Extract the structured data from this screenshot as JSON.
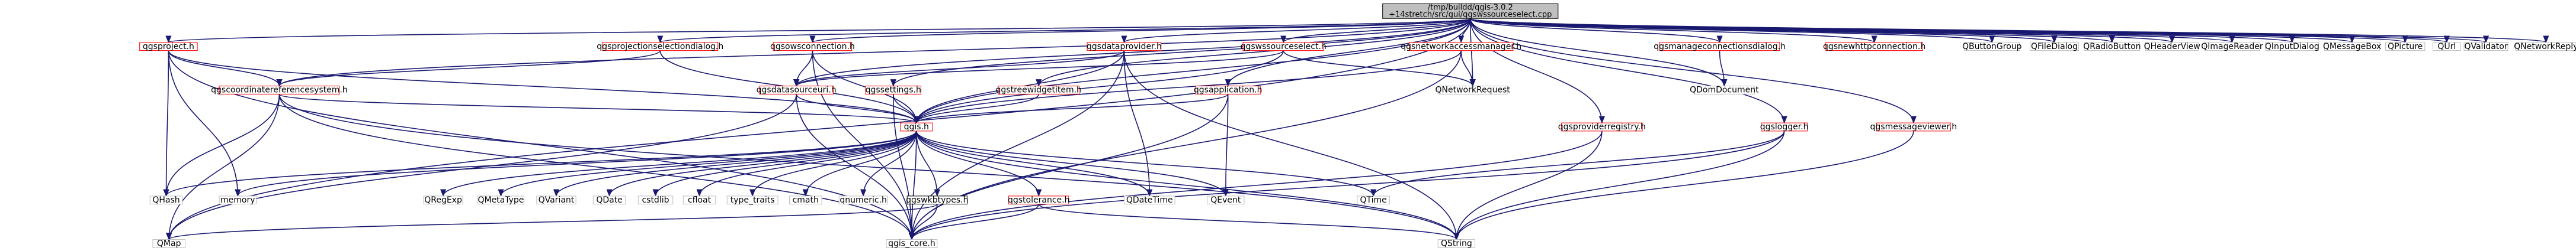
{
  "diagram": {
    "title": "Include dependency graph",
    "colors": {
      "edge": "#191970",
      "root_fill": "#bfbfbf",
      "root_border": "#000000",
      "linked_border": "#ff0000",
      "external_border": "#bfbfbf",
      "label_text": "#000000",
      "background": "#ffffff"
    },
    "nodes": [
      {
        "id": "root",
        "lines": [
          "/tmp/buildd/qgis-3.0.2",
          "+14stretch/src/gui/qgswssourceselect.cpp"
        ],
        "kind": "root"
      },
      {
        "id": "qgsproject",
        "lines": [
          "qgsproject.h"
        ],
        "kind": "linked"
      },
      {
        "id": "qgsprojectionselectiondialog",
        "lines": [
          "qgsprojectionselectiondialog.h"
        ],
        "kind": "linked"
      },
      {
        "id": "qgsowsconnection",
        "lines": [
          "qgsowsconnection.h"
        ],
        "kind": "linked"
      },
      {
        "id": "qgsdataprovider",
        "lines": [
          "qgsdataprovider.h"
        ],
        "kind": "linked"
      },
      {
        "id": "qgswssourceselect",
        "lines": [
          "qgswssourceselect.h"
        ],
        "kind": "linked"
      },
      {
        "id": "qgsnetworkaccessmanager",
        "lines": [
          "qgsnetworkaccessmanager.h"
        ],
        "kind": "linked"
      },
      {
        "id": "qgsmanageconnectionsdialog",
        "lines": [
          "qgsmanageconnectionsdialog.h"
        ],
        "kind": "linked"
      },
      {
        "id": "qgsnewhttpconnection",
        "lines": [
          "qgsnewhttpconnection.h"
        ],
        "kind": "linked"
      },
      {
        "id": "QButtonGroup",
        "lines": [
          "QButtonGroup"
        ],
        "kind": "external"
      },
      {
        "id": "QFileDialog",
        "lines": [
          "QFileDialog"
        ],
        "kind": "external"
      },
      {
        "id": "QRadioButton",
        "lines": [
          "QRadioButton"
        ],
        "kind": "external"
      },
      {
        "id": "QHeaderView",
        "lines": [
          "QHeaderView"
        ],
        "kind": "external"
      },
      {
        "id": "QImageReader",
        "lines": [
          "QImageReader"
        ],
        "kind": "external"
      },
      {
        "id": "QInputDialog",
        "lines": [
          "QInputDialog"
        ],
        "kind": "external"
      },
      {
        "id": "QMessageBox",
        "lines": [
          "QMessageBox"
        ],
        "kind": "external"
      },
      {
        "id": "QPicture",
        "lines": [
          "QPicture"
        ],
        "kind": "external"
      },
      {
        "id": "QUrl",
        "lines": [
          "QUrl"
        ],
        "kind": "external"
      },
      {
        "id": "QValidator",
        "lines": [
          "QValidator"
        ],
        "kind": "external"
      },
      {
        "id": "QNetworkReply",
        "lines": [
          "QNetworkReply"
        ],
        "kind": "external"
      },
      {
        "id": "qgscoordinatereferencesystem",
        "lines": [
          "qgscoordinatereferencesystem.h"
        ],
        "kind": "linked"
      },
      {
        "id": "qgsdatasourceuri",
        "lines": [
          "qgsdatasourceuri.h"
        ],
        "kind": "linked"
      },
      {
        "id": "qgssettings",
        "lines": [
          "qgssettings.h"
        ],
        "kind": "linked"
      },
      {
        "id": "qgstreewidgetitem",
        "lines": [
          "qgstreewidgetitem.h"
        ],
        "kind": "linked"
      },
      {
        "id": "qgsapplication",
        "lines": [
          "qgsapplication.h"
        ],
        "kind": "linked"
      },
      {
        "id": "QNetworkRequest",
        "lines": [
          "QNetworkRequest"
        ],
        "kind": "external"
      },
      {
        "id": "QDomDocument",
        "lines": [
          "QDomDocument"
        ],
        "kind": "external"
      },
      {
        "id": "qgsproviderregistry",
        "lines": [
          "qgsproviderregistry.h"
        ],
        "kind": "linked"
      },
      {
        "id": "qgslogger",
        "lines": [
          "qgslogger.h"
        ],
        "kind": "linked"
      },
      {
        "id": "qgsmessageviewer",
        "lines": [
          "qgsmessageviewer.h"
        ],
        "kind": "linked"
      },
      {
        "id": "qgis",
        "lines": [
          "qgis.h"
        ],
        "kind": "linked"
      },
      {
        "id": "QHash",
        "lines": [
          "QHash"
        ],
        "kind": "external"
      },
      {
        "id": "memory",
        "lines": [
          "memory"
        ],
        "kind": "external"
      },
      {
        "id": "QRegExp",
        "lines": [
          "QRegExp"
        ],
        "kind": "external"
      },
      {
        "id": "QMetaType",
        "lines": [
          "QMetaType"
        ],
        "kind": "external"
      },
      {
        "id": "QVariant",
        "lines": [
          "QVariant"
        ],
        "kind": "external"
      },
      {
        "id": "QDate",
        "lines": [
          "QDate"
        ],
        "kind": "external"
      },
      {
        "id": "cstdlib",
        "lines": [
          "cstdlib"
        ],
        "kind": "external"
      },
      {
        "id": "cfloat",
        "lines": [
          "cfloat"
        ],
        "kind": "external"
      },
      {
        "id": "type_traits",
        "lines": [
          "type_traits"
        ],
        "kind": "external"
      },
      {
        "id": "cmath",
        "lines": [
          "cmath"
        ],
        "kind": "external"
      },
      {
        "id": "qnumeric",
        "lines": [
          "qnumeric.h"
        ],
        "kind": "external"
      },
      {
        "id": "qgswkbtypes",
        "lines": [
          "qgswkbtypes.h"
        ],
        "kind": "linked_black"
      },
      {
        "id": "qgstolerance",
        "lines": [
          "qgstolerance.h"
        ],
        "kind": "linked"
      },
      {
        "id": "QDateTime",
        "lines": [
          "QDateTime"
        ],
        "kind": "external"
      },
      {
        "id": "QEvent",
        "lines": [
          "QEvent"
        ],
        "kind": "external"
      },
      {
        "id": "QTime",
        "lines": [
          "QTime"
        ],
        "kind": "external"
      },
      {
        "id": "QMap",
        "lines": [
          "QMap"
        ],
        "kind": "external"
      },
      {
        "id": "qgis_core",
        "lines": [
          "qgis_core.h"
        ],
        "kind": "external"
      },
      {
        "id": "QString",
        "lines": [
          "QString"
        ],
        "kind": "external"
      }
    ],
    "edges": [
      [
        "root",
        "qgsproject"
      ],
      [
        "root",
        "qgsprojectionselectiondialog"
      ],
      [
        "root",
        "qgsowsconnection"
      ],
      [
        "root",
        "qgsdataprovider"
      ],
      [
        "root",
        "qgswssourceselect"
      ],
      [
        "root",
        "qgsnetworkaccessmanager"
      ],
      [
        "root",
        "qgsmanageconnectionsdialog"
      ],
      [
        "root",
        "qgsnewhttpconnection"
      ],
      [
        "root",
        "QButtonGroup"
      ],
      [
        "root",
        "QFileDialog"
      ],
      [
        "root",
        "QRadioButton"
      ],
      [
        "root",
        "QHeaderView"
      ],
      [
        "root",
        "QImageReader"
      ],
      [
        "root",
        "QInputDialog"
      ],
      [
        "root",
        "QMessageBox"
      ],
      [
        "root",
        "QPicture"
      ],
      [
        "root",
        "QUrl"
      ],
      [
        "root",
        "QValidator"
      ],
      [
        "root",
        "QNetworkReply"
      ],
      [
        "root",
        "qgscoordinatereferencesystem"
      ],
      [
        "root",
        "qgsdatasourceuri"
      ],
      [
        "root",
        "qgssettings"
      ],
      [
        "root",
        "qgstreewidgetitem"
      ],
      [
        "root",
        "qgsapplication"
      ],
      [
        "root",
        "QNetworkRequest"
      ],
      [
        "root",
        "QDomDocument"
      ],
      [
        "root",
        "qgsproviderregistry"
      ],
      [
        "root",
        "qgslogger"
      ],
      [
        "root",
        "qgsmessageviewer"
      ],
      [
        "root",
        "qgis"
      ],
      [
        "root",
        "QMap"
      ],
      [
        "qgsproject",
        "qgscoordinatereferencesystem"
      ],
      [
        "qgsproject",
        "qgis"
      ],
      [
        "qgsproject",
        "QHash"
      ],
      [
        "qgsproject",
        "memory"
      ],
      [
        "qgsproject",
        "qgis_core"
      ],
      [
        "qgsprojectionselectiondialog",
        "qgscoordinatereferencesystem"
      ],
      [
        "qgsprojectionselectiondialog",
        "qgis"
      ],
      [
        "qgsowsconnection",
        "qgsdatasourceuri"
      ],
      [
        "qgsowsconnection",
        "qgis"
      ],
      [
        "qgsowsconnection",
        "qgis_core"
      ],
      [
        "qgsdataprovider",
        "qgsdatasourceuri"
      ],
      [
        "qgsdataprovider",
        "qgis"
      ],
      [
        "qgsdataprovider",
        "QDateTime"
      ],
      [
        "qgsdataprovider",
        "qgis_core"
      ],
      [
        "qgsdataprovider",
        "QString"
      ],
      [
        "qgswssourceselect",
        "qgis"
      ],
      [
        "qgswssourceselect",
        "QNetworkRequest"
      ],
      [
        "qgswssourceselect",
        "qgsdatasourceuri"
      ],
      [
        "qgsnetworkaccessmanager",
        "QNetworkRequest"
      ],
      [
        "qgsnetworkaccessmanager",
        "qgis"
      ],
      [
        "qgsnetworkaccessmanager",
        "qgis_core"
      ],
      [
        "qgsmanageconnectionsdialog",
        "QDomDocument"
      ],
      [
        "qgscoordinatereferencesystem",
        "qgis"
      ],
      [
        "qgscoordinatereferencesystem",
        "QHash"
      ],
      [
        "qgscoordinatereferencesystem",
        "qgis_core"
      ],
      [
        "qgscoordinatereferencesystem",
        "QMap"
      ],
      [
        "qgscoordinatereferencesystem",
        "QString"
      ],
      [
        "qgsdatasourceuri",
        "qgis"
      ],
      [
        "qgsdatasourceuri",
        "QMap"
      ],
      [
        "qgsdatasourceuri",
        "qgis_core"
      ],
      [
        "qgssettings",
        "qgis"
      ],
      [
        "qgssettings",
        "qgis_core"
      ],
      [
        "qgstreewidgetitem",
        "qgis"
      ],
      [
        "qgsapplication",
        "qgis"
      ],
      [
        "qgsapplication",
        "QEvent"
      ],
      [
        "qgsapplication",
        "qgis_core"
      ],
      [
        "qgsproviderregistry",
        "qgis_core"
      ],
      [
        "qgsproviderregistry",
        "QString"
      ],
      [
        "qgslogger",
        "QTime"
      ],
      [
        "qgslogger",
        "qgis_core"
      ],
      [
        "qgslogger",
        "QString"
      ],
      [
        "qgsmessageviewer",
        "QString"
      ],
      [
        "qgis",
        "QHash"
      ],
      [
        "qgis",
        "memory"
      ],
      [
        "qgis",
        "QRegExp"
      ],
      [
        "qgis",
        "QMetaType"
      ],
      [
        "qgis",
        "QVariant"
      ],
      [
        "qgis",
        "QDate"
      ],
      [
        "qgis",
        "cstdlib"
      ],
      [
        "qgis",
        "cfloat"
      ],
      [
        "qgis",
        "type_traits"
      ],
      [
        "qgis",
        "cmath"
      ],
      [
        "qgis",
        "qnumeric"
      ],
      [
        "qgis",
        "qgswkbtypes"
      ],
      [
        "qgis",
        "qgstolerance"
      ],
      [
        "qgis",
        "QDateTime"
      ],
      [
        "qgis",
        "QEvent"
      ],
      [
        "qgis",
        "QTime"
      ],
      [
        "qgis",
        "QString"
      ],
      [
        "qgis",
        "qgis_core"
      ],
      [
        "qgswkbtypes",
        "qgis_core"
      ],
      [
        "qgswkbtypes",
        "QMap"
      ],
      [
        "qgstolerance",
        "qgis_core"
      ],
      [
        "qgstolerance",
        "QString"
      ]
    ]
  }
}
